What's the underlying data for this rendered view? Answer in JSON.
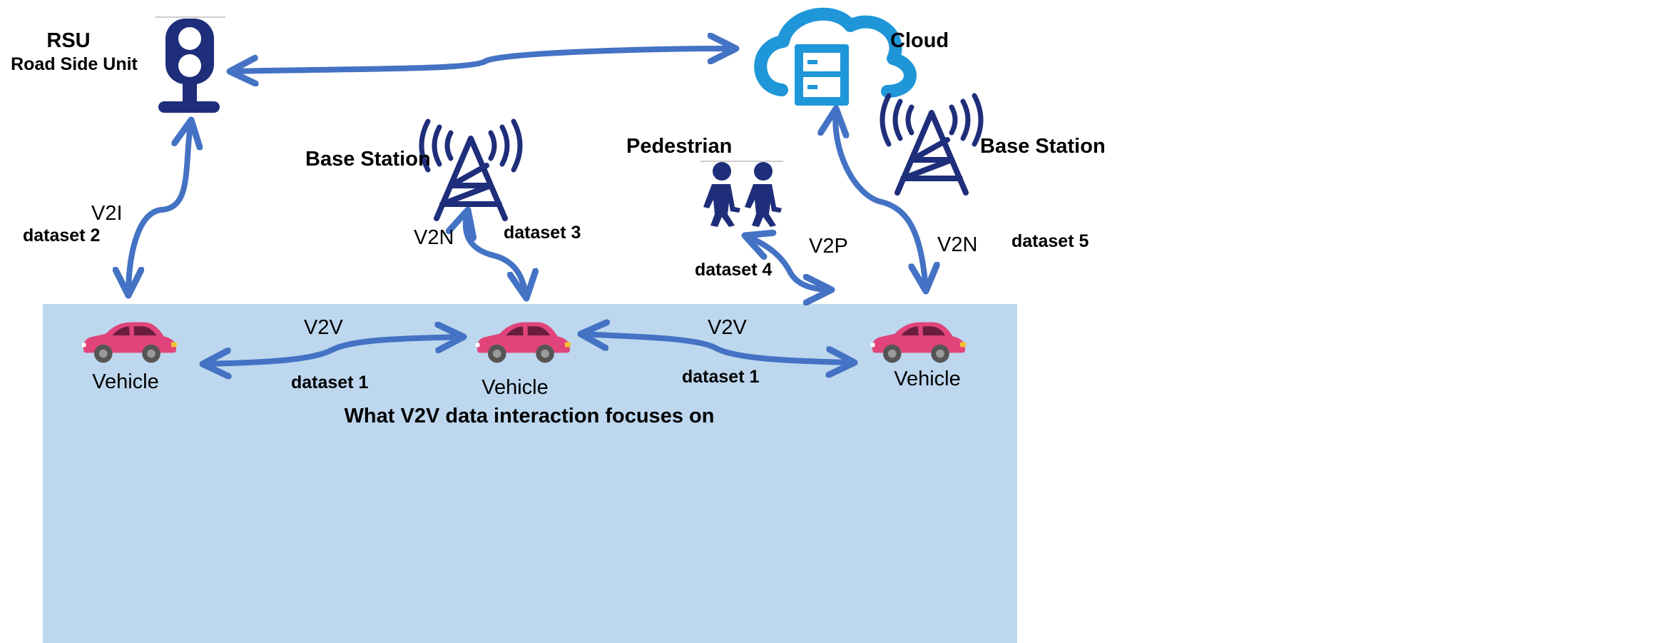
{
  "nodes": {
    "rsu": {
      "title": "RSU",
      "subtitle": "Road Side Unit",
      "icon": "traffic-light-icon"
    },
    "cloud": {
      "title": "Cloud",
      "icon": "cloud-server-icon"
    },
    "base_station_middle": {
      "title": "Base Station",
      "icon": "radio-tower-icon"
    },
    "base_station_right": {
      "title": "Base Station",
      "icon": "radio-tower-icon"
    },
    "pedestrian": {
      "title": "Pedestrian",
      "icon": "pedestrians-icon"
    },
    "vehicle_left": {
      "title": "Vehicle",
      "icon": "car-icon"
    },
    "vehicle_middle": {
      "title": "Vehicle",
      "icon": "car-icon"
    },
    "vehicle_right": {
      "title": "Vehicle",
      "icon": "car-icon"
    }
  },
  "links": {
    "v2i": {
      "type": "V2I",
      "dataset": "dataset 2"
    },
    "v2n_middle": {
      "type": "V2N",
      "dataset": "dataset 3"
    },
    "v2p": {
      "type": "V2P",
      "dataset": "dataset 4"
    },
    "v2n_right": {
      "type": "V2N",
      "dataset": "dataset 5"
    },
    "v2v_left": {
      "type": "V2V",
      "dataset": "dataset 1"
    },
    "v2v_right": {
      "type": "V2V",
      "dataset": "dataset 1"
    }
  },
  "panel": {
    "caption": "What V2V data interaction focuses on"
  },
  "colors": {
    "arrow": "#4472c4",
    "navy_icon": "#1f2e7a",
    "cloud": "#1e96d8",
    "panel": "#bdd7ee",
    "car_body": "#e0447a",
    "car_window": "#6b1e3c",
    "wheel": "#555555"
  }
}
